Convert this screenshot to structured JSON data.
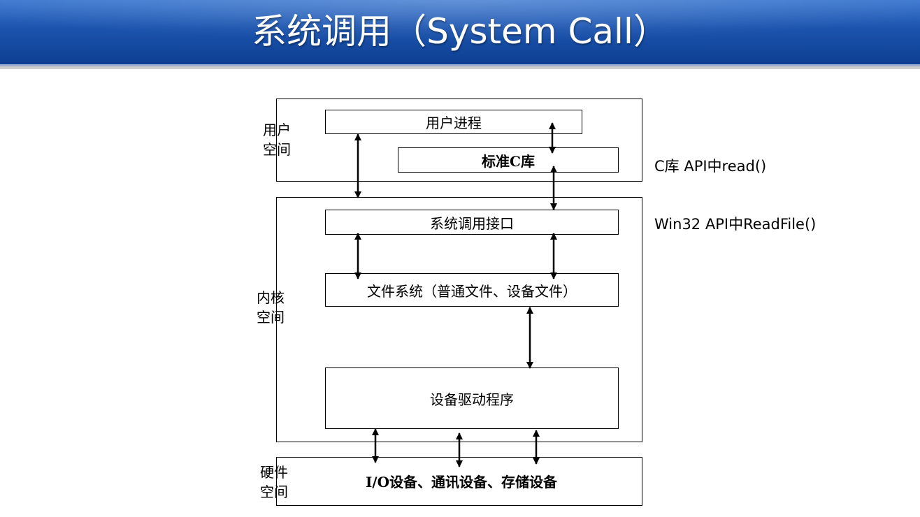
{
  "slide": {
    "title": "系统调用（System Call）"
  },
  "regions": {
    "user_space": [
      "用户",
      "空间"
    ],
    "kernel_space": [
      "内核",
      "空间"
    ],
    "hardware_space": [
      "硬件",
      "空间"
    ]
  },
  "components": {
    "user_process": "用户进程",
    "std_c_lib": "标准C库",
    "syscall_interface": "系统调用接口",
    "file_system": "文件系统（普通文件、设备文件）",
    "device_driver": "设备驱动程序",
    "hardware_devices": "I/O设备、通讯设备、存储设备"
  },
  "annotations": {
    "c_lib_api": "C库 API中read()",
    "win32_api": "Win32 API中ReadFile()"
  },
  "colors": {
    "header_blue": "#1b53ad",
    "line": "#000000"
  }
}
